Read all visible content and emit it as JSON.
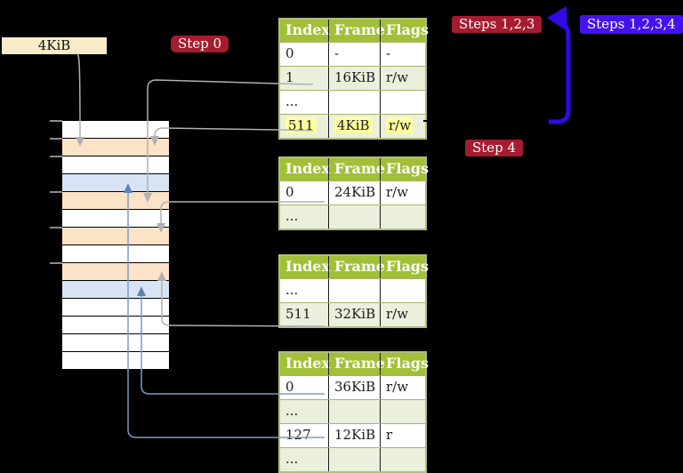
{
  "frame_size_label": "4KiB",
  "badges": [
    {
      "id": "step0",
      "label": "Step 0",
      "color": "#a51c30"
    },
    {
      "id": "steps123",
      "label": "Steps 1,2,3",
      "color": "#a51c30"
    },
    {
      "id": "steps1234",
      "label": "Steps 1,2,3,4",
      "color": "#4412ef"
    },
    {
      "id": "step4",
      "label": "Step 4",
      "color": "#a51c30"
    }
  ],
  "memory": {
    "rows": [
      {
        "kind": "free"
      },
      {
        "kind": "table"
      },
      {
        "kind": "free"
      },
      {
        "kind": "page"
      },
      {
        "kind": "table"
      },
      {
        "kind": "free"
      },
      {
        "kind": "table"
      },
      {
        "kind": "free"
      },
      {
        "kind": "table"
      },
      {
        "kind": "page"
      },
      {
        "kind": "free"
      },
      {
        "kind": "free"
      },
      {
        "kind": "free"
      },
      {
        "kind": "free"
      }
    ],
    "legend": {
      "free": "#ffffff",
      "table": "#fce3c7",
      "page": "#d8e4f4"
    }
  },
  "tables": [
    {
      "id": "page-table-1",
      "headers": [
        "Index",
        "Frame",
        "Flags"
      ],
      "rows": [
        {
          "cells": [
            "0",
            "-",
            "-"
          ],
          "shaded": false,
          "highlight": false
        },
        {
          "cells": [
            "1",
            "16KiB",
            "r/w"
          ],
          "shaded": true,
          "highlight": false
        },
        {
          "cells": [
            "...",
            "",
            ""
          ],
          "shaded": false,
          "highlight": false
        },
        {
          "cells": [
            "511",
            "4KiB",
            "r/w"
          ],
          "shaded": true,
          "highlight": true
        }
      ]
    },
    {
      "id": "page-table-2",
      "headers": [
        "Index",
        "Frame",
        "Flags"
      ],
      "rows": [
        {
          "cells": [
            "0",
            "24KiB",
            "r/w"
          ],
          "shaded": false,
          "highlight": false
        },
        {
          "cells": [
            "...",
            "",
            ""
          ],
          "shaded": true,
          "highlight": false
        }
      ]
    },
    {
      "id": "page-table-3",
      "headers": [
        "Index",
        "Frame",
        "Flags"
      ],
      "rows": [
        {
          "cells": [
            "...",
            "",
            ""
          ],
          "shaded": false,
          "highlight": false
        },
        {
          "cells": [
            "511",
            "32KiB",
            "r/w"
          ],
          "shaded": true,
          "highlight": false
        }
      ]
    },
    {
      "id": "page-table-4",
      "headers": [
        "Index",
        "Frame",
        "Flags"
      ],
      "rows": [
        {
          "cells": [
            "0",
            "36KiB",
            "r/w"
          ],
          "shaded": false,
          "highlight": false
        },
        {
          "cells": [
            "...",
            "",
            ""
          ],
          "shaded": true,
          "highlight": false
        },
        {
          "cells": [
            "127",
            "12KiB",
            "r"
          ],
          "shaded": false,
          "highlight": false
        },
        {
          "cells": [
            "...",
            "",
            ""
          ],
          "shaded": true,
          "highlight": false
        }
      ]
    }
  ],
  "colors": {
    "background": "#000000",
    "frame_label_bg": "#f8ecc8",
    "table_header_green": "#a1c037",
    "table_alt_row_green": "#eaf0dc",
    "highlight_yellow": "#feff9e",
    "gray_arrow": "#b0b0b0",
    "blue_arrow_thin": "#7d9ac6",
    "blue_arrow_thick": "#3208e6"
  }
}
